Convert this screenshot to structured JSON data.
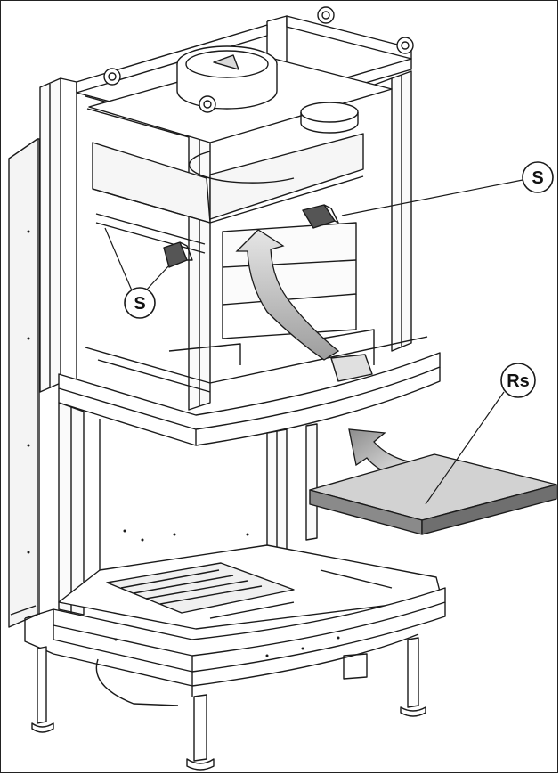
{
  "callouts": {
    "s_top_right": "S",
    "s_left": "S",
    "rs_right": "Rs"
  },
  "colors": {
    "line": "#1a1a1a",
    "panel_fill": "#d2d2d2",
    "panel_side": "#7a7a7a",
    "arrow_fill": "#bdbdbd",
    "background": "#ffffff"
  }
}
